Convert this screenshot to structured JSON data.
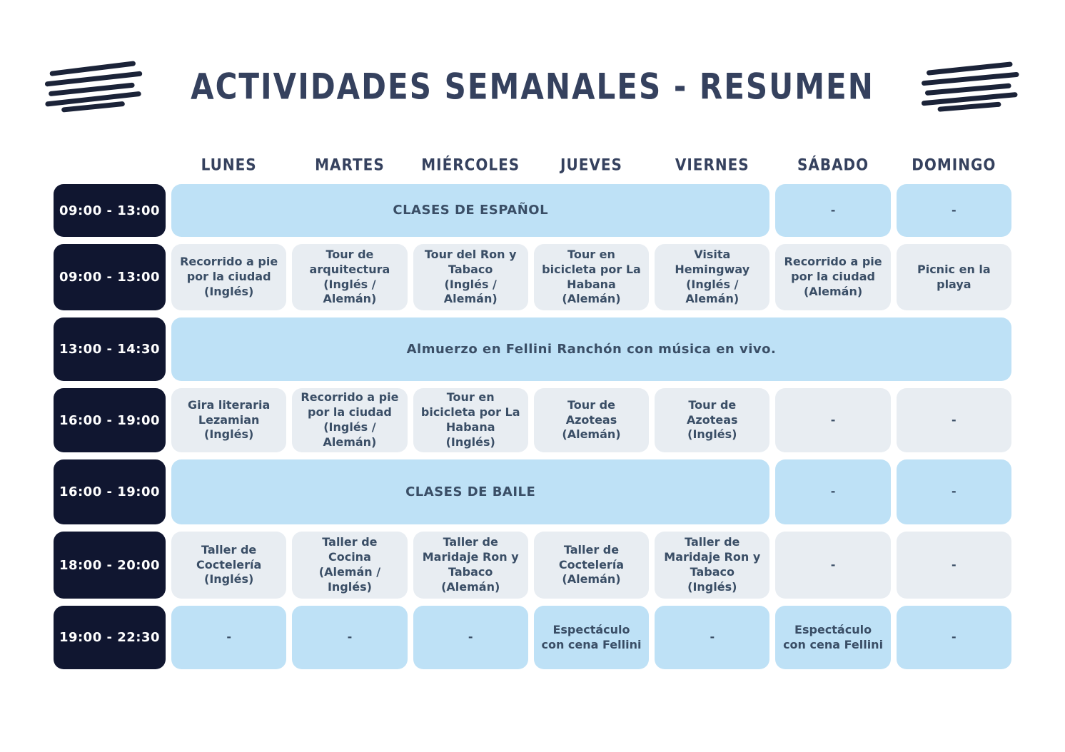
{
  "title": "ACTIVIDADES SEMANALES - RESUMEN",
  "colors": {
    "cell_blue": "#BEE1F6",
    "cell_grey": "#E8EDF2",
    "time_cell_navy": "#101630",
    "ink": "#35415E"
  },
  "days": [
    "LUNES",
    "MARTES",
    "MIÉRCOLES",
    "JUEVES",
    "VIERNES",
    "SÁBADO",
    "DOMINGO"
  ],
  "rows": [
    {
      "time": "09:00 - 13:00",
      "span": "CLASES DE ESPAÑOL",
      "sat": "-",
      "sun": "-"
    },
    {
      "time": "09:00 - 13:00",
      "cells": [
        {
          "label": "Recorrido a pie por la ciudad",
          "lang": "(Inglés)"
        },
        {
          "label": "Tour de arquitectura",
          "lang": "(Inglés / Alemán)"
        },
        {
          "label": "Tour del Ron y Tabaco",
          "lang": "(Inglés / Alemán)"
        },
        {
          "label": "Tour en bicicleta por La Habana",
          "lang": "(Alemán)"
        },
        {
          "label": "Visita Hemingway",
          "lang": "(Inglés / Alemán)"
        },
        {
          "label": "Recorrido a pie por la ciudad",
          "lang": "(Alemán)"
        },
        {
          "label": "Picnic en la playa",
          "lang": ""
        }
      ]
    },
    {
      "time": "13:00 - 14:30",
      "span": "Almuerzo en Fellini Ranchón con música en vivo."
    },
    {
      "time": "16:00 - 19:00",
      "cells": [
        {
          "label": "Gira literaria Lezamian",
          "lang": "(Inglés)"
        },
        {
          "label": "Recorrido a pie por la ciudad",
          "lang": "(Inglés / Alemán)"
        },
        {
          "label": "Tour en bicicleta por La Habana",
          "lang": "(Inglés)"
        },
        {
          "label": "Tour de Azoteas",
          "lang": "(Alemán)"
        },
        {
          "label": "Tour de Azoteas",
          "lang": "(Inglés)"
        },
        {
          "label": "-",
          "lang": ""
        },
        {
          "label": "-",
          "lang": ""
        }
      ]
    },
    {
      "time": "16:00 - 19:00",
      "span": "CLASES DE BAILE",
      "sat": "-",
      "sun": "-"
    },
    {
      "time": "18:00 - 20:00",
      "cells": [
        {
          "label": "Taller de Coctelería",
          "lang": "(Inglés)"
        },
        {
          "label": "Taller de Cocina",
          "lang": "(Alemán / Inglés)"
        },
        {
          "label": "Taller de Maridaje Ron y Tabaco",
          "lang": "(Alemán)"
        },
        {
          "label": "Taller de Coctelería",
          "lang": "(Alemán)"
        },
        {
          "label": "Taller de Maridaje Ron y Tabaco",
          "lang": "(Inglés)"
        },
        {
          "label": "-",
          "lang": ""
        },
        {
          "label": "-",
          "lang": ""
        }
      ]
    },
    {
      "time": "19:00 - 22:30",
      "cells": [
        {
          "label": "-",
          "lang": ""
        },
        {
          "label": "-",
          "lang": ""
        },
        {
          "label": "-",
          "lang": ""
        },
        {
          "label": "Espectáculo con cena Fellini",
          "lang": ""
        },
        {
          "label": "-",
          "lang": ""
        },
        {
          "label": "Espectáculo con cena Fellini",
          "lang": ""
        },
        {
          "label": "-",
          "lang": ""
        }
      ]
    }
  ]
}
